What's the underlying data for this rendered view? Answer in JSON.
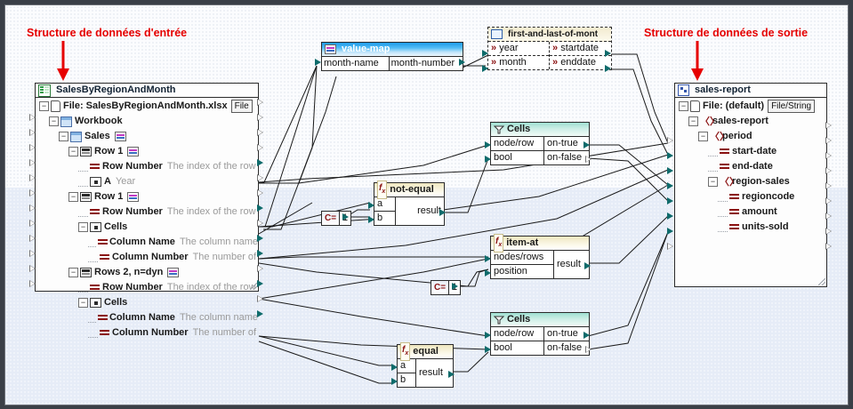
{
  "annotations": {
    "input": "Structure de données d'entrée",
    "output": "Structure de données de sortie",
    "color": "#e60000"
  },
  "source_component": {
    "title": "SalesByRegionAndMonth",
    "icon": "excel-icon",
    "file_row": {
      "label": "File: SalesByRegionAndMonth.xlsx",
      "button": "File"
    },
    "rows": [
      {
        "label": "Workbook",
        "desc": "",
        "icon": "workbook-icon",
        "indent": 1,
        "expander": "-"
      },
      {
        "label": "Sales",
        "desc": "",
        "icon": "table-icon",
        "indent": 2,
        "expander": "-",
        "badge": "grid-icon"
      },
      {
        "label": "Row 1",
        "desc": "",
        "icon": "row-icon",
        "indent": 3,
        "expander": "-",
        "badge": "grid-icon"
      },
      {
        "label": "Row Number",
        "desc": "The index of the row",
        "icon": "attribute-icon",
        "indent": 4,
        "expander": ""
      },
      {
        "label": "A",
        "desc": "Year",
        "icon": "cell-icon",
        "indent": 4,
        "expander": ""
      },
      {
        "label": "Row 1",
        "desc": "",
        "icon": "row-icon",
        "indent": 3,
        "expander": "-",
        "badge": "grid-icon"
      },
      {
        "label": "Row Number",
        "desc": "The index of the row",
        "icon": "attribute-icon",
        "indent": 4,
        "expander": ""
      },
      {
        "label": "Cells",
        "desc": "",
        "icon": "cell-icon",
        "indent": 4,
        "expander": "-"
      },
      {
        "label": "Column Name",
        "desc": "The column name",
        "icon": "attribute-icon",
        "indent": 5,
        "expander": ""
      },
      {
        "label": "Column Number",
        "desc": "The number of",
        "icon": "attribute-icon",
        "indent": 5,
        "expander": ""
      },
      {
        "label": "Rows 2, n=dyn",
        "desc": "",
        "icon": "row-icon",
        "indent": 3,
        "expander": "-",
        "badge": "grid-icon"
      },
      {
        "label": "Row Number",
        "desc": "The index of the row",
        "icon": "attribute-icon",
        "indent": 4,
        "expander": ""
      },
      {
        "label": "Cells",
        "desc": "",
        "icon": "cell-icon",
        "indent": 4,
        "expander": "-"
      },
      {
        "label": "Column Name",
        "desc": "The column name",
        "icon": "attribute-icon",
        "indent": 5,
        "expander": ""
      },
      {
        "label": "Column Number",
        "desc": "The number of",
        "icon": "attribute-icon",
        "indent": 5,
        "expander": ""
      }
    ]
  },
  "target_component": {
    "title": "sales-report",
    "icon": "schema-icon",
    "file_row": {
      "label": "File: (default)",
      "button": "File/String"
    },
    "rows": [
      {
        "label": "sales-report",
        "icon": "element-icon",
        "indent": 1,
        "expander": "-"
      },
      {
        "label": "period",
        "icon": "element-icon",
        "indent": 2,
        "expander": "-"
      },
      {
        "label": "start-date",
        "icon": "attribute-icon",
        "indent": 3,
        "expander": ""
      },
      {
        "label": "end-date",
        "icon": "attribute-icon",
        "indent": 3,
        "expander": ""
      },
      {
        "label": "region-sales",
        "icon": "element-icon",
        "indent": 3,
        "expander": "-"
      },
      {
        "label": "regioncode",
        "icon": "attribute-icon",
        "indent": 4,
        "expander": ""
      },
      {
        "label": "amount",
        "icon": "attribute-icon",
        "indent": 4,
        "expander": ""
      },
      {
        "label": "units-sold",
        "icon": "attribute-icon",
        "indent": 4,
        "expander": ""
      }
    ]
  },
  "value_map": {
    "title": "value-map",
    "icon": "value-map-icon",
    "input": "month-name",
    "output": "month-number"
  },
  "user_function": {
    "title": "first-and-last-of-mont",
    "icon": "function-folder-icon",
    "inputs": [
      "year",
      "month"
    ],
    "outputs": [
      "startdate",
      "enddate"
    ]
  },
  "filters": [
    {
      "title": "Cells",
      "icon": "filter-icon",
      "inputs": [
        "node/row",
        "bool"
      ],
      "outputs": [
        "on-true",
        "on-false"
      ]
    },
    {
      "title": "Cells",
      "icon": "filter-icon",
      "inputs": [
        "node/row",
        "bool"
      ],
      "outputs": [
        "on-true",
        "on-false"
      ]
    }
  ],
  "functions": [
    {
      "title": "not-equal",
      "icon": "fx-icon",
      "inputs": [
        "a",
        "b"
      ],
      "outputs": [
        "result"
      ]
    },
    {
      "title": "item-at",
      "icon": "fx-icon",
      "inputs": [
        "nodes/rows",
        "position"
      ],
      "outputs": [
        "result"
      ]
    },
    {
      "title": "equal",
      "icon": "fx-icon",
      "inputs": [
        "a",
        "b"
      ],
      "outputs": [
        "result"
      ]
    }
  ],
  "constants": [
    {
      "icon": "constant-icon",
      "value": "1"
    },
    {
      "icon": "constant-icon",
      "value": "1"
    }
  ],
  "colors": {
    "canvas_top": "#fbfcfe",
    "canvas_bottom": "#e6ecf7",
    "header_blue": "#1d9ae8",
    "header_green": "#9fe0d2",
    "header_yellow": "#eee6bf",
    "label_text": "#1a1a1a",
    "desc_text": "#9a9a9a",
    "connector": "#0e6b6b"
  }
}
